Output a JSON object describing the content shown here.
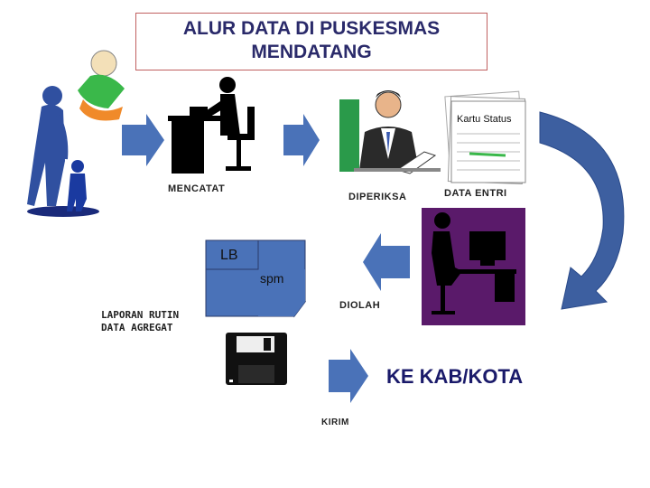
{
  "title": {
    "line1": "ALUR DATA DI PUSKESMAS",
    "line2": "MENDATANG"
  },
  "steps": {
    "mencatat": "MENCATAT",
    "diperiksa": "DIPERIKSA",
    "kartu_status": "Kartu Status",
    "data_entri": "DATA ENTRI",
    "diolah": "DIOLAH",
    "kirim": "KIRIM",
    "ke_kab": "KE KAB/KOTA"
  },
  "doc": {
    "lb": "LB",
    "spm": "spm"
  },
  "laporan": {
    "line1": "LAPORAN RUTIN",
    "line2": "DATA AGREGAT"
  },
  "colors": {
    "arrow": "#4a72b8",
    "monitor": "#5a1a6a",
    "title": "#2a2a6a",
    "screen_green": "#2a9a4a"
  }
}
